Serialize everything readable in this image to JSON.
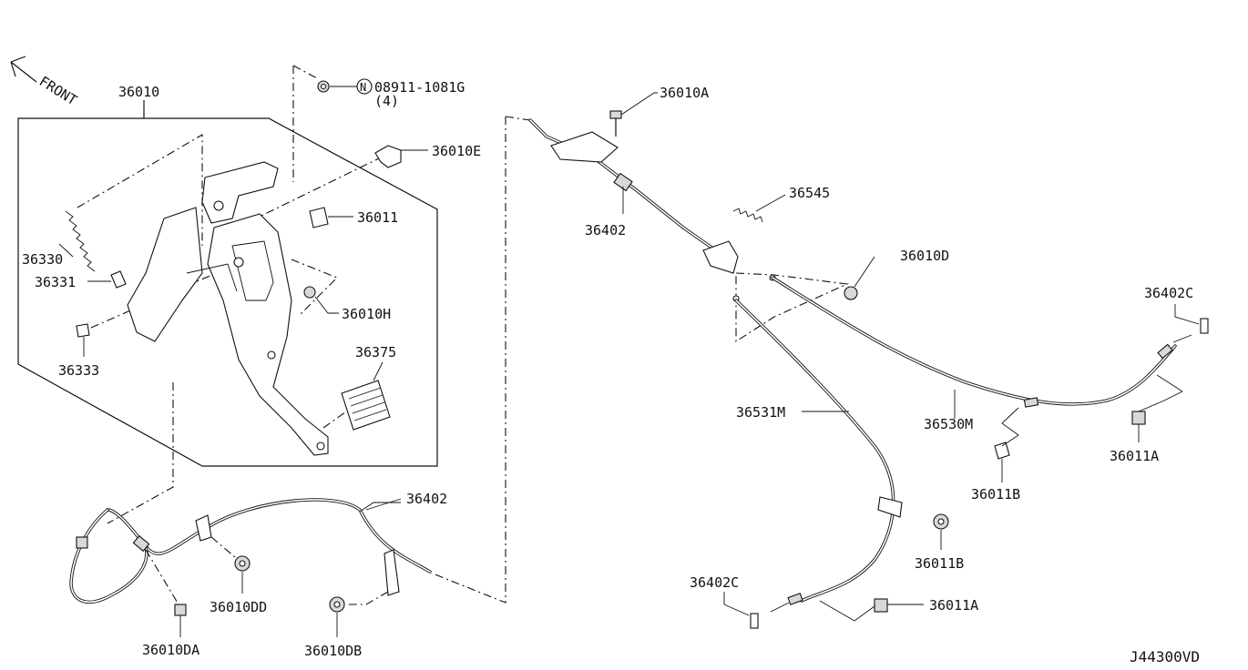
{
  "diagram": {
    "code": "J44300VD",
    "front_label": "FRONT",
    "note_symbol": "N",
    "note_part": "08911-1081G",
    "note_qty": "(4)"
  },
  "labels": {
    "p36010": "36010",
    "p36010A": "36010A",
    "p36010E": "36010E",
    "p36011_top": "36011",
    "p36330": "36330",
    "p36331": "36331",
    "p36333": "36333",
    "p36010H": "36010H",
    "p36375": "36375",
    "p36402_top": "36402",
    "p36545": "36545",
    "p36010D": "36010D",
    "p36402C_right": "36402C",
    "p36531M": "36531M",
    "p36530M": "36530M",
    "p36011A_right": "36011A",
    "p36011B_mid": "36011B",
    "p36011B_low": "36011B",
    "p36402C_low": "36402C",
    "p36011A_low": "36011A",
    "p36402_bottom": "36402",
    "p36010DD": "36010DD",
    "p36010DA": "36010DA",
    "p36010DB": "36010DB"
  }
}
